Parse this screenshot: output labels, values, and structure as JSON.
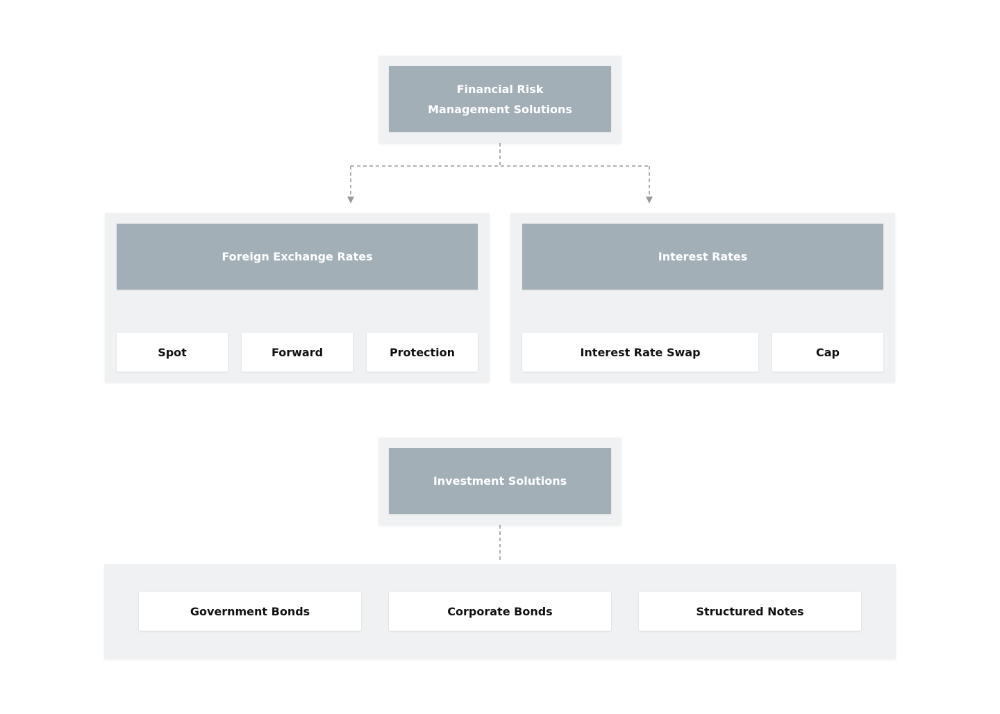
{
  "top": {
    "title": "Financial Risk\nManagement Solutions"
  },
  "fx": {
    "title": "Foreign Exchange Rates",
    "items": [
      "Spot",
      "Forward",
      "Protection"
    ]
  },
  "ir": {
    "title": "Interest Rates",
    "items": [
      "Interest Rate Swap",
      "Cap"
    ]
  },
  "investment": {
    "title": "Investment Solutions",
    "items": [
      "Government Bonds",
      "Corporate Bonds",
      "Structured Notes"
    ]
  },
  "colors": {
    "panel": "#f0f1f3",
    "header": "#a3afb7",
    "connector": "#999999",
    "leaf_text": "#111111"
  }
}
